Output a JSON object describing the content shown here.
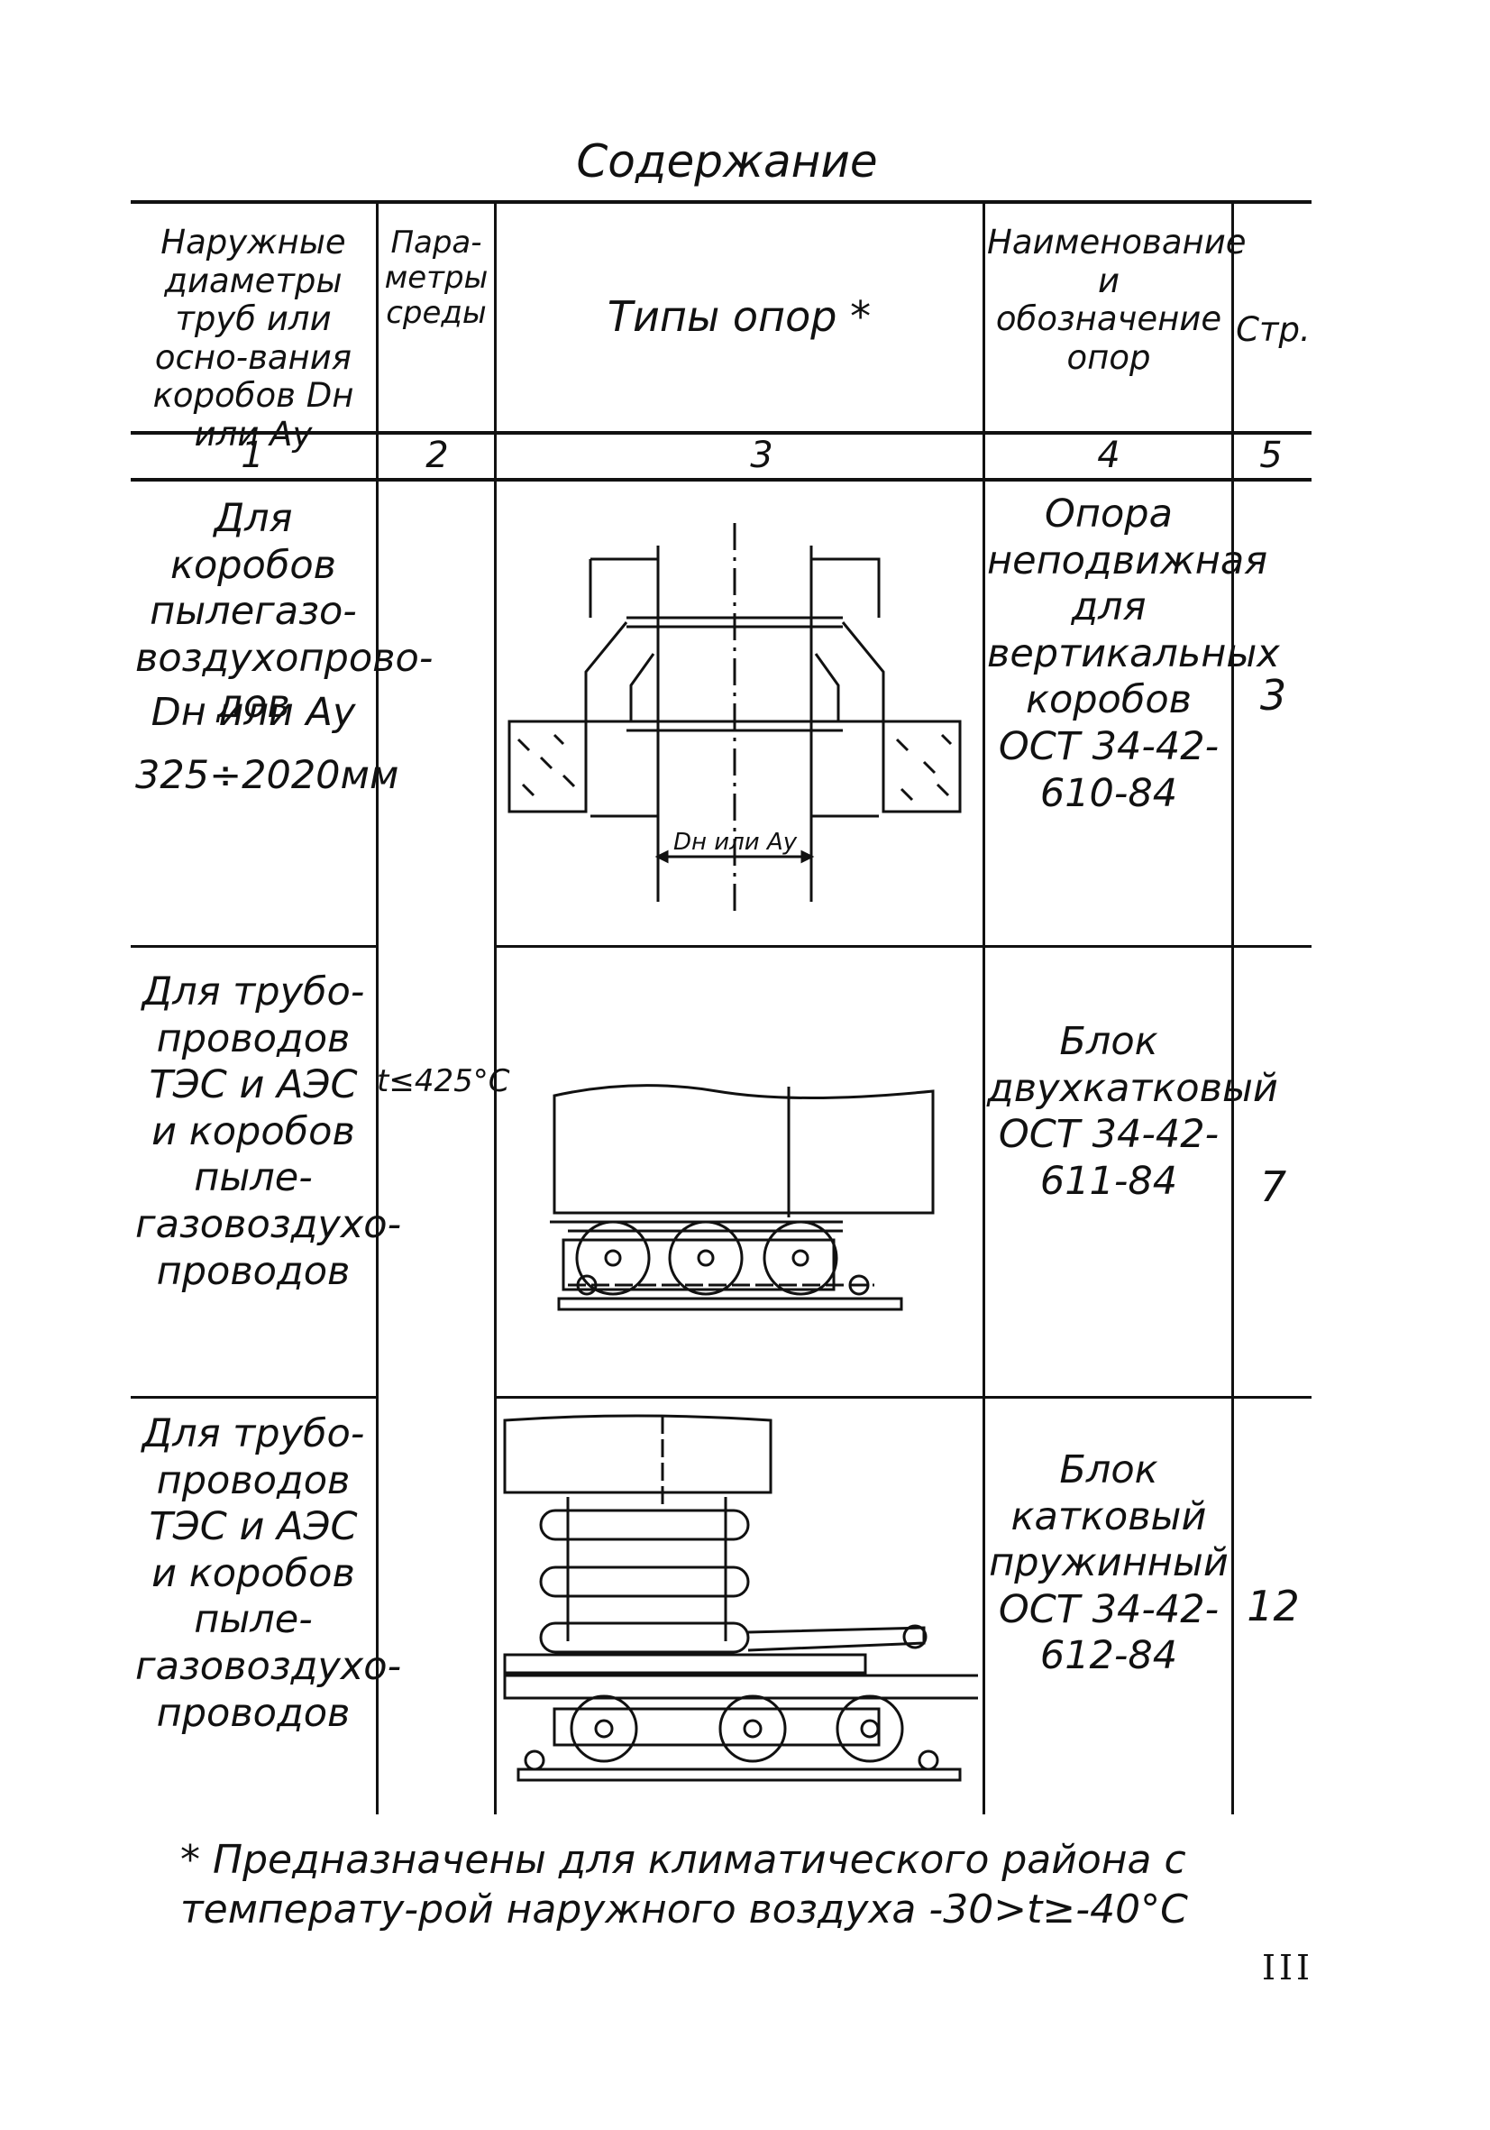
{
  "title": "Содержание",
  "header": {
    "col1": "Наружные диаметры труб или осно-вания коробов Dн или Ау",
    "col2": "Пара-метры среды",
    "col3": "Типы опор *",
    "col4": "Наименование и обозначение опор",
    "col5": "Стр."
  },
  "col_numbers": [
    "1",
    "2",
    "3",
    "4",
    "5"
  ],
  "parameter": "t≤425°C",
  "rows": [
    {
      "purpose": "Для коробов пылегазо-воздухопрово-дов",
      "diam_label": "Dн или Ау",
      "diam_range": "325÷2020мм",
      "drawing_label": "Dн или Ау",
      "name": "Опора неподвижная для вертикальных коробов ОСТ 34-42-610-84",
      "page": "3"
    },
    {
      "purpose": "Для трубо-проводов ТЭС и АЭС и коробов пыле-газовоздухо-проводов",
      "name": "Блок двухкатковый ОСТ 34-42-611-84",
      "page": "7"
    },
    {
      "purpose": "Для трубо-проводов ТЭС и АЭС и коробов пыле-газовоздухо-проводов",
      "name": "Блок катковый пружинный ОСТ 34-42-612-84",
      "page": "12"
    }
  ],
  "footnote": "* Предназначены для климатического района с температу-рой наружного воздуха -30>t≥-40°C",
  "page_number": "III"
}
